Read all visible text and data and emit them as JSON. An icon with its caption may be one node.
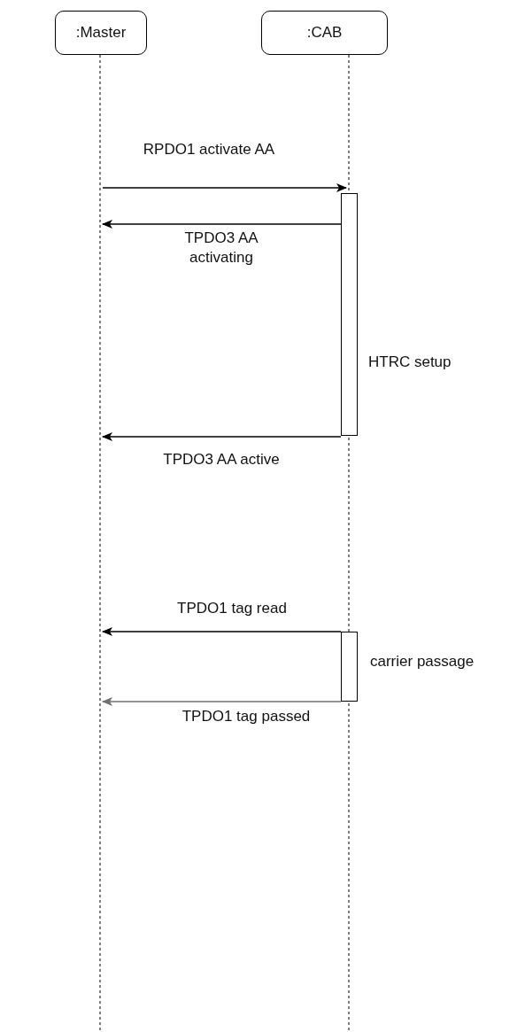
{
  "diagram": {
    "nodes": [
      {
        "text": [
          ":Master"
        ]
      },
      {
        "text": [
          ":CAB"
        ]
      },
      {
        "text": [],
        "shape": "line"
      },
      {
        "text": [],
        "shape": "line"
      },
      {
        "text": [],
        "shape": "bar",
        "beside": [
          "HTRC setup"
        ]
      },
      {
        "text": [],
        "shape": "bar",
        "beside": [
          "carrier passage"
        ]
      }
    ],
    "edges": [
      {
        "from": 2,
        "to": 3,
        "arrow": "to",
        "label": "RPDO1 activate AA"
      },
      {
        "from": 4,
        "to": 2,
        "arrow": "to",
        "label": "TPDO3 AA activating"
      },
      {
        "from": 4,
        "to": 2,
        "arrow": "to",
        "label": "TPDO3 AA active"
      },
      {
        "from": 5,
        "to": 2,
        "arrow": "to",
        "label": "TPDO1 tag read"
      },
      {
        "from": 5,
        "to": 2,
        "arrow": "to",
        "label": "TPDO1 tag passed",
        "color": "#707070"
      }
    ]
  }
}
